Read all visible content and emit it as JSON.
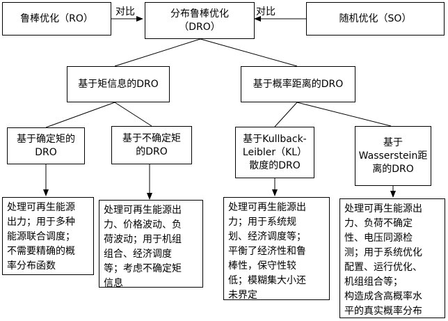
{
  "top": {
    "left_label": "鲁棒优化（RO）",
    "center_label": "分布鲁棒优化\n（DRO）",
    "right_label": "随机优化（SO）",
    "compare_left": "对比",
    "compare_right": "对比"
  },
  "categories": {
    "moment": "基于矩信息的DRO",
    "probability": "基于概率距离的DRO"
  },
  "methods": {
    "definite": "基于确定矩的\nDRO",
    "indefinite": "基于不确定矩\n的DRO",
    "kl": "基于Kullback-\nLeibler（KL）\n散度的DRO",
    "wasserstein": "基于\nWasserstein距\n离的DRO"
  },
  "notes": {
    "definite": "处理可再生能源\n出力；用于多种\n能源联合调度；\n不需要精确的概\n率分布函数",
    "indefinite": "处理可再生能源出\n力、价格波动、负\n荷波动；用于机组\n组合、经济调度\n等；考虑不确定矩\n信息",
    "kl": "处理可再生能源出\n力；用于系统规\n划、经济调度等；\n平衡了经济性和鲁\n棒性，保守性较\n低；模糊集大小还\n未界定",
    "wasserstein": "处理可再生能源出\n力、负荷不确定\n性、电压同源检\n测；用于系统优化\n配置、运行优化、\n机组组合等；\n构造成含高概率水\n平的真实概率分布"
  }
}
